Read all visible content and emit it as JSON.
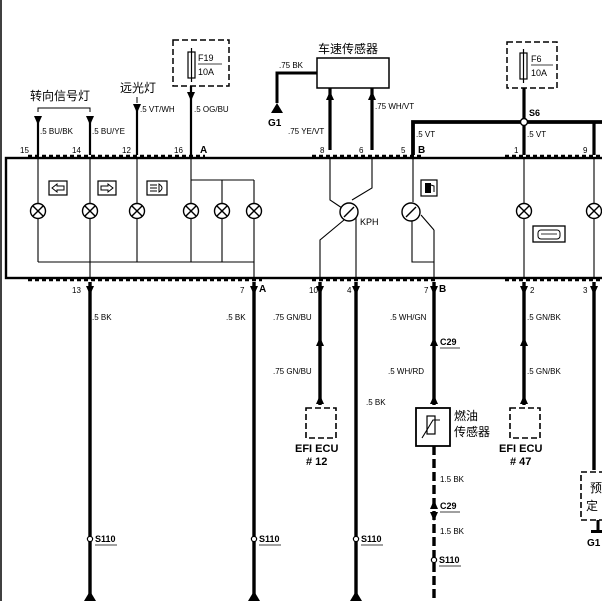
{
  "fuses": {
    "f19": {
      "name": "F19",
      "rating": "10A"
    },
    "f6": {
      "name": "F6",
      "rating": "10A"
    }
  },
  "labels": {
    "turn_signal_lamp": "转向信号灯",
    "high_beam_lamp": "远光灯",
    "speed_sensor": "车速传感器",
    "fuel_sender": [
      "燃油",
      "传感器"
    ],
    "kph": "KPH",
    "right_device": [
      "预",
      "定"
    ]
  },
  "grounds": {
    "g1_left": "G1",
    "g1_right": "G1"
  },
  "splices": {
    "s6": "S6",
    "s110": "S110"
  },
  "connectors": {
    "a": "A",
    "b": "B",
    "c29": "C29"
  },
  "ecu": {
    "left": {
      "name": "EFI ECU",
      "pin": "# 12"
    },
    "right": {
      "name": "EFI ECU",
      "pin": "# 47"
    }
  },
  "pins_top": [
    "15",
    "14",
    "12",
    "16",
    "8",
    "6",
    "5",
    "1",
    "9"
  ],
  "pins_bottom": [
    "13",
    "7",
    "10",
    "4",
    "7",
    "2",
    "3"
  ],
  "wires": {
    "w_bu_bk": ".5 BU/BK",
    "w_bu_ye": ".5 BU/YE",
    "w_vt_wh": ".5 VT/WH",
    "w_og_bu": ".5 OG/BU",
    "w_ye_vt": ".75 YE/VT",
    "w_wh_vt": ".75 WH/VT",
    "w_bk_g1": ".75 BK",
    "w_vt_b": ".5 VT",
    "w_vt_s6": ".5 VT",
    "w_bk_13": ".5 BK",
    "w_bk_7": ".5 BK",
    "w_gn_bu_1": ".75 GN/BU",
    "w_gn_bu_2": ".75 GN/BU",
    "w_bk_4": ".5 BK",
    "w_wh_gn": ".5 WH/GN",
    "w_wh_rd": ".5 WH/RD",
    "w_bk_f1": "1.5 BK",
    "w_bk_f2": "1.5 BK",
    "w_gn_bk_1": ".5 GN/BK",
    "w_gn_bk_2": ".5 GN/BK"
  },
  "colors": {
    "line": "#000000",
    "background": "#ffffff"
  },
  "icons": [
    "turn-left-arrow-icon",
    "turn-right-arrow-icon",
    "high-beam-icon",
    "fuel-pump-icon",
    "check-engine-icon",
    "lamp-icon",
    "gauge-icon",
    "fuse-icon",
    "ground-icon"
  ]
}
